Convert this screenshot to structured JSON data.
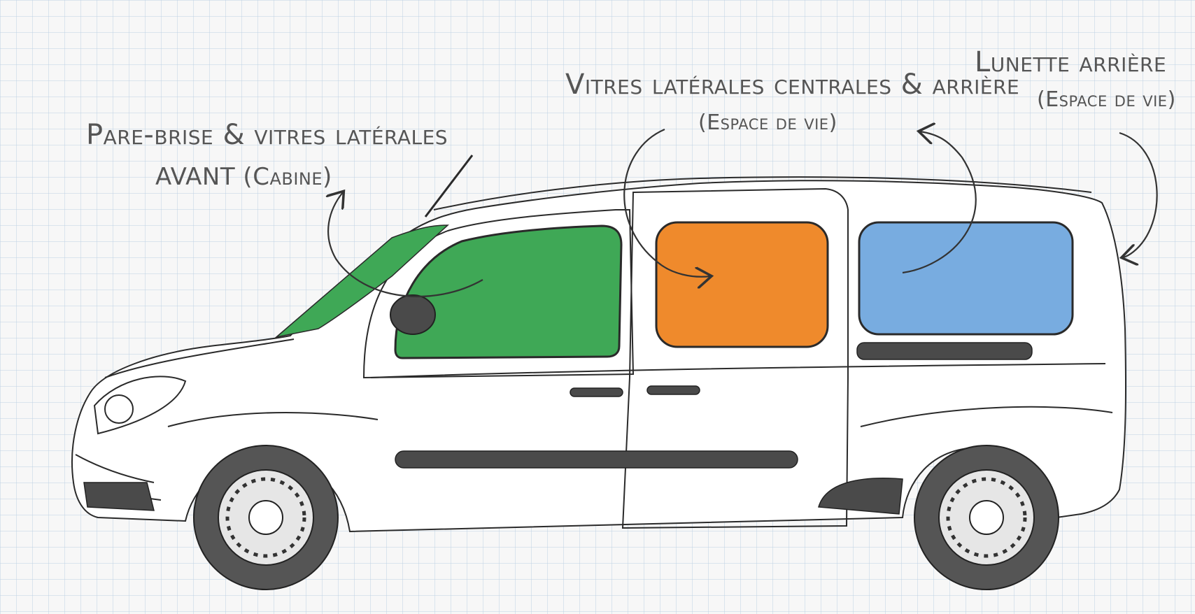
{
  "labels": {
    "front": {
      "line1": "Pare-brise & vitres latérales",
      "line2": "AVANT (Cabine)"
    },
    "middle": {
      "line1": "Vitres latérales centrales & arrière",
      "line2": "(Espace de vie)"
    },
    "rear": {
      "line1": "Lunette arrière",
      "line2": "(Espace de vie)"
    }
  },
  "colors": {
    "front_glass": "#3fa856",
    "middle_glass": "#ef8a2c",
    "rear_glass": "#78ace0",
    "ink": "#555555",
    "grid": "#a9c3dc"
  }
}
